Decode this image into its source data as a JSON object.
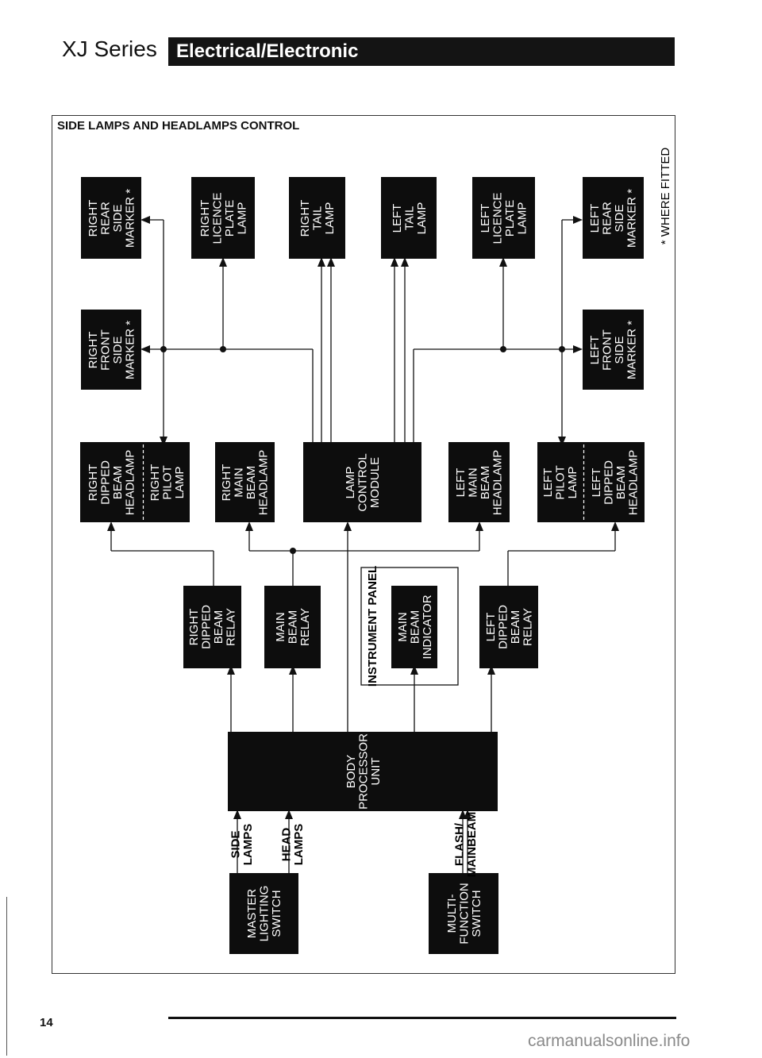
{
  "header": {
    "series": "XJ Series",
    "section": "Electrical/Electronic"
  },
  "diagram": {
    "title": "SIDE LAMPS AND HEADLAMPS CONTROL",
    "note": "* WHERE FITTED",
    "blocks": {
      "right_rear_side_marker": [
        "RIGHT",
        "REAR",
        "SIDE",
        "MARKER *"
      ],
      "right_licence_plate_lamp": [
        "RIGHT",
        "LICENCE",
        "PLATE",
        "LAMP"
      ],
      "right_tail_lamp": [
        "RIGHT",
        "TAIL",
        "LAMP"
      ],
      "left_tail_lamp": [
        "LEFT",
        "TAIL",
        "LAMP"
      ],
      "left_licence_plate_lamp": [
        "LEFT",
        "LICENCE",
        "PLATE",
        "LAMP"
      ],
      "left_rear_side_marker": [
        "LEFT",
        "REAR",
        "SIDE",
        "MARKER *"
      ],
      "right_front_side_marker": [
        "RIGHT",
        "FRONT",
        "SIDE",
        "MARKER *"
      ],
      "left_front_side_marker": [
        "LEFT",
        "FRONT",
        "SIDE",
        "MARKER *"
      ],
      "right_dipped_beam_headlamp": [
        "RIGHT",
        "DIPPED",
        "BEAM",
        "HEADLAMP"
      ],
      "right_pilot_lamp": [
        "RIGHT",
        "PILOT",
        "LAMP"
      ],
      "right_main_beam_headlamp": [
        "RIGHT",
        "MAIN",
        "BEAM",
        "HEADLAMP"
      ],
      "lamp_control_module": [
        "LAMP",
        "CONTROL",
        "MODULE"
      ],
      "left_main_beam_headlamp": [
        "LEFT",
        "MAIN",
        "BEAM",
        "HEADLAMP"
      ],
      "left_pilot_lamp": [
        "LEFT",
        "PILOT",
        "LAMP"
      ],
      "left_dipped_beam_headlamp": [
        "LEFT",
        "DIPPED",
        "BEAM",
        "HEADLAMP"
      ],
      "right_dipped_beam_relay": [
        "RIGHT",
        "DIPPED",
        "BEAM",
        "RELAY"
      ],
      "main_beam_relay": [
        "MAIN",
        "BEAM",
        "RELAY"
      ],
      "main_beam_indicator": [
        "MAIN",
        "BEAM",
        "INDICATOR"
      ],
      "left_dipped_beam_relay": [
        "LEFT",
        "DIPPED",
        "BEAM",
        "RELAY"
      ],
      "body_processor_unit": [
        "BODY",
        "PROCESSOR",
        "UNIT"
      ],
      "master_lighting_switch": [
        "MASTER",
        "LIGHTING",
        "SWITCH"
      ],
      "multi_function_switch": [
        "MULTI-",
        "FUNCTION",
        "SWITCH"
      ]
    },
    "labels": {
      "instrument_panel": "INSTRUMENT PANEL",
      "side_lamps": [
        "SIDE",
        "LAMPS"
      ],
      "head_lamps": [
        "HEAD",
        "LAMPS"
      ],
      "flash_mainbeam": [
        "FLASH/",
        "MAINBEAM"
      ]
    }
  },
  "footer": {
    "page_number": "14",
    "watermark": "carmanualsonline.info"
  }
}
